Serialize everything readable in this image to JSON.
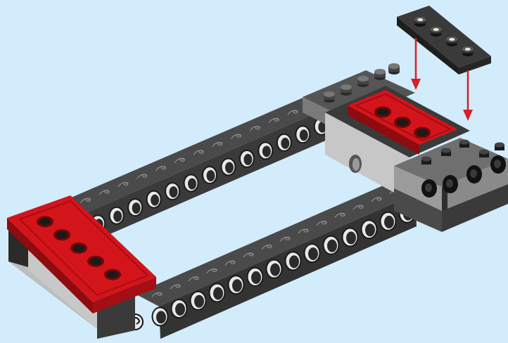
{
  "scene": {
    "description_label": "",
    "colors": {
      "background": "#d3ecfb",
      "beam_dark": "#3a3a3a",
      "beam_light": "#5a5a5a",
      "beam_side": "#2a2a2a",
      "brick_light_gray": "#a5a5a5",
      "brick_gray_face": "#c9c9c9",
      "plate_red": "#d4141b",
      "plate_red_dark": "#8e0b10",
      "plate_black": "#2b2b2b",
      "arrow_red": "#d42027",
      "stud_black": "#1c1c1c",
      "hole_white": "#e8e8e8"
    },
    "parts": {
      "long_beams": 2,
      "red_end_plate_holes": 5,
      "red_top_plate_holes": 3,
      "falling_plate_studs": 4,
      "insert_arrows": 2
    }
  }
}
